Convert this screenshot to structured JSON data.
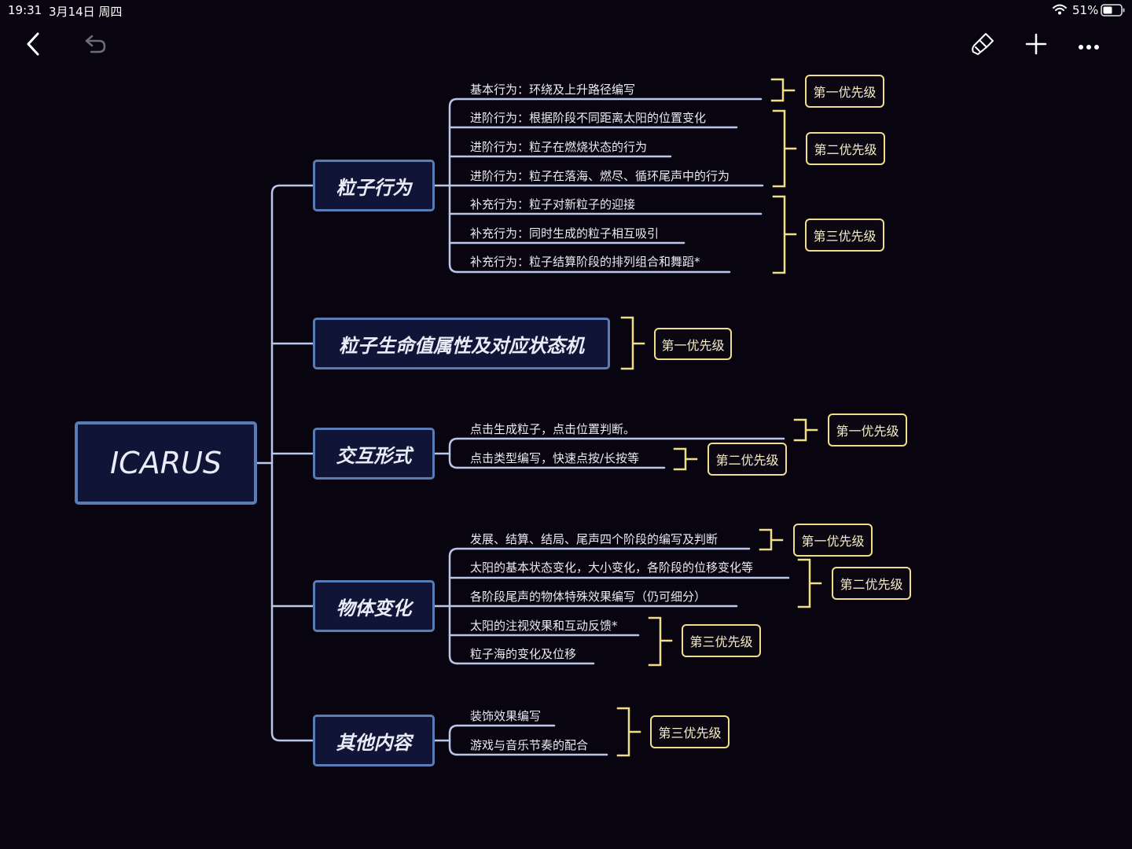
{
  "status_bar": {
    "time": "19:31",
    "date": "3月14日 周四",
    "battery": "51%"
  },
  "toolbar": {
    "back_icon": "chevron-left-icon",
    "undo_icon": "undo-icon",
    "format_icon": "brush-icon",
    "add_icon": "plus-icon",
    "more_icon": "more-icon"
  },
  "colors": {
    "background": "#090510",
    "node_border": "#5a7cb4",
    "node_fill": "#101436",
    "connector": "#b9c7ea",
    "priority": "#f0de8a"
  },
  "mindmap": {
    "root": "ICARUS",
    "branches": [
      {
        "title": "粒子行为",
        "items": [
          "基本行为：环绕及上升路径编写",
          "进阶行为：根据阶段不同距离太阳的位置变化",
          "进阶行为：粒子在燃烧状态的行为",
          "进阶行为：粒子在落海、燃尽、循环尾声中的行为",
          "补充行为：粒子对新粒子的迎接",
          "补充行为：同时生成的粒子相互吸引",
          "补充行为：粒子结算阶段的排列组合和舞蹈*"
        ],
        "priorities": [
          "第一优先级",
          "第二优先级",
          "第三优先级"
        ]
      },
      {
        "title": "粒子生命值属性及对应状态机",
        "items": [],
        "priorities": [
          "第一优先级"
        ]
      },
      {
        "title": "交互形式",
        "items": [
          "点击生成粒子，点击位置判断。",
          "点击类型编写，快速点按/长按等"
        ],
        "priorities": [
          "第一优先级",
          "第二优先级"
        ]
      },
      {
        "title": "物体变化",
        "items": [
          "发展、结算、结局、尾声四个阶段的编写及判断",
          "太阳的基本状态变化，大小变化，各阶段的位移变化等",
          "各阶段尾声的物体特殊效果编写（仍可细分）",
          "太阳的注视效果和互动反馈*",
          "粒子海的变化及位移"
        ],
        "priorities": [
          "第一优先级",
          "第二优先级",
          "第三优先级"
        ]
      },
      {
        "title": "其他内容",
        "items": [
          "装饰效果编写",
          "游戏与音乐节奏的配合"
        ],
        "priorities": [
          "第三优先级"
        ]
      }
    ]
  }
}
